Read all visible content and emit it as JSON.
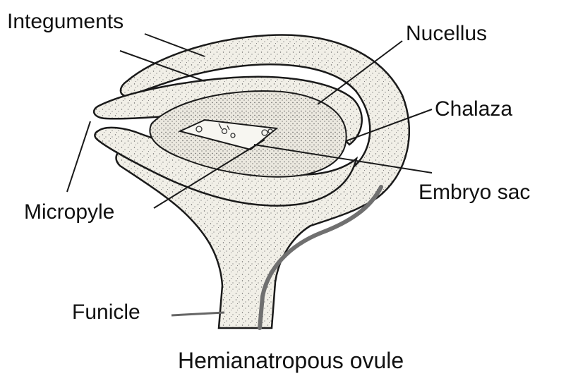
{
  "labels": {
    "integuments": "Integuments",
    "nucellus": "Nucellus",
    "chalaza": "Chalaza",
    "embryo_sac": "Embryo sac",
    "micropyle": "Micropyle",
    "funicle": "Funicle"
  },
  "caption": "Hemianatropous ovule",
  "colors": {
    "outline": "#1a1a1a",
    "tissue_fill": "#f1efe7",
    "stipple": "#6b6b6b",
    "vascular_strand": "#707070",
    "funicle_pointer": "#666666"
  }
}
